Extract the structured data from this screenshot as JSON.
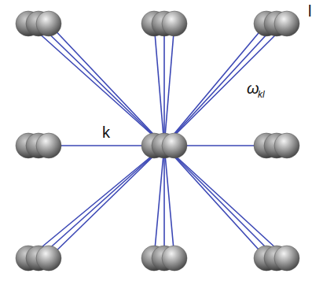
{
  "diagram": {
    "labels": [
      "l",
      "ω",
      "kl",
      "k"
    ]
  }
}
